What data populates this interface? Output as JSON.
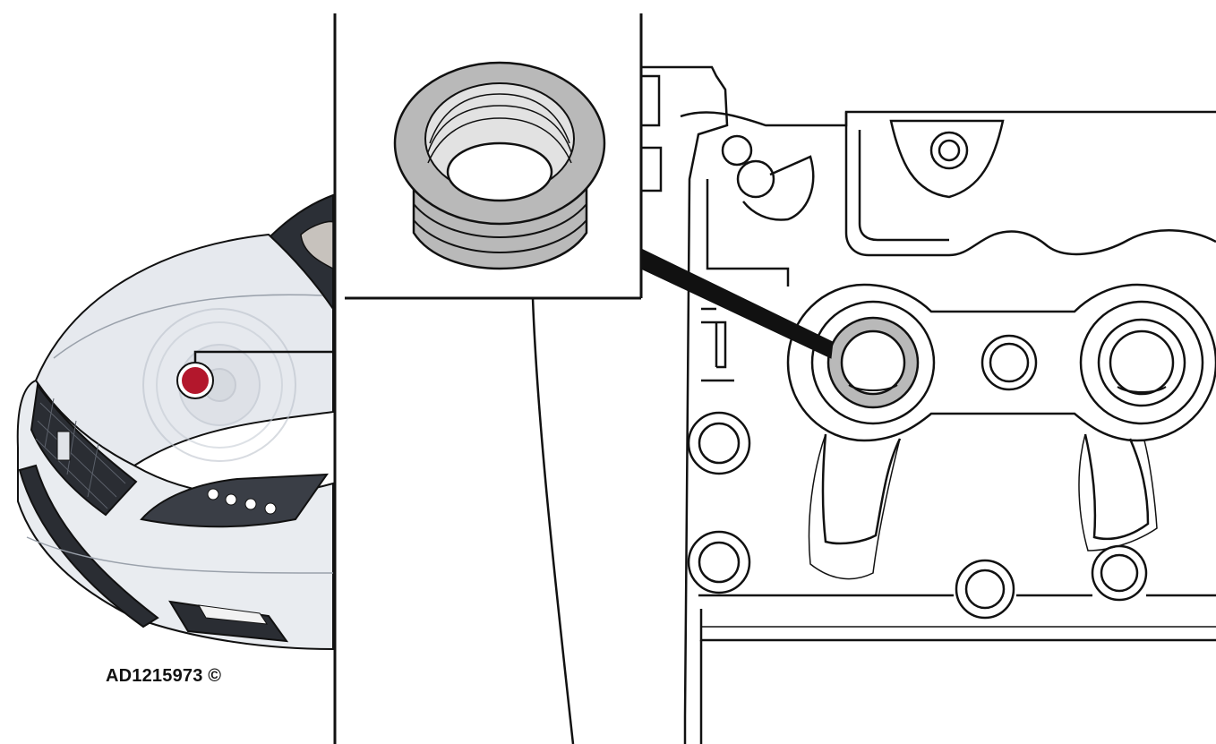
{
  "figure": {
    "reference_code": "AD1215973 ©",
    "colors": {
      "line": "#111111",
      "car_body": "#e3e6ea",
      "car_shade": "#c9ced6",
      "seal_grey": "#b9b9b9",
      "seal_light": "#e2e2e2",
      "marker_red": "#b3172c",
      "background": "#ffffff"
    },
    "panels": [
      {
        "name": "vehicle-front-view",
        "marker": "location-dot"
      },
      {
        "name": "seal-ring-detail"
      },
      {
        "name": "engine-cover-view",
        "highlight": "seal-in-left-bore"
      }
    ]
  }
}
